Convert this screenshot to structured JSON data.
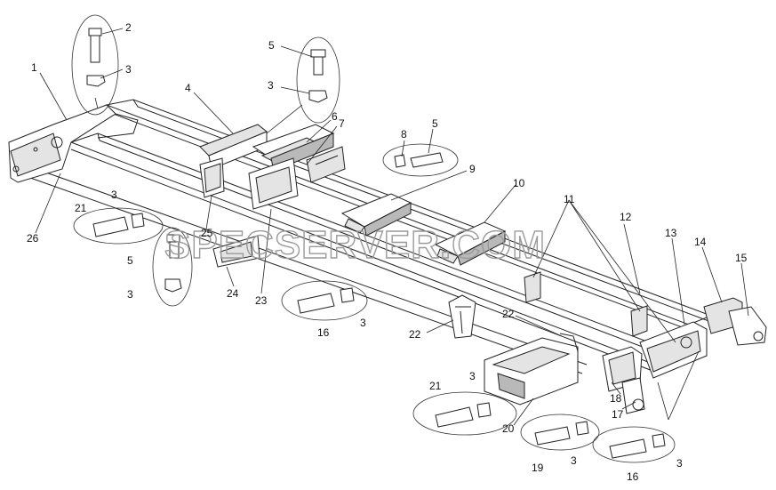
{
  "watermark": "SPECSERVER.COM",
  "callouts": {
    "c1": "1",
    "c2": "2",
    "c3a": "3",
    "c4": "4",
    "c5a": "5",
    "c3b": "3",
    "c6": "6",
    "c7": "7",
    "c8": "8",
    "c5b": "5",
    "c9": "9",
    "c10": "10",
    "c11": "11",
    "c12": "12",
    "c13": "13",
    "c14": "14",
    "c15": "15",
    "c26": "26",
    "c21a": "21",
    "c3c": "3",
    "c25": "25",
    "c5c": "5",
    "c3d": "3",
    "c24": "24",
    "c23": "23",
    "c16a": "16",
    "c3e": "3",
    "c22a": "22",
    "c22b": "22",
    "c18": "18",
    "c17": "17",
    "c21b": "21",
    "c3f": "3",
    "c20": "20",
    "c19": "19",
    "c3g": "3",
    "c16b": "16",
    "c3h": "3"
  }
}
